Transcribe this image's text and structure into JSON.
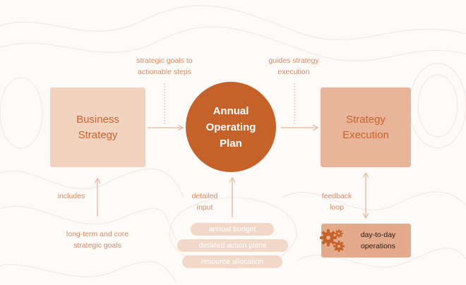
{
  "nodes": {
    "business_strategy": [
      "Business",
      "Strategy"
    ],
    "annual_operating_plan": [
      "Annual",
      "Operating",
      "Plan"
    ],
    "strategy_execution": [
      "Strategy",
      "Execution"
    ]
  },
  "labels": {
    "strategic_goals": [
      "strategic goals to",
      "actionable steps"
    ],
    "guides_strategy": [
      "guides strategy",
      "execution"
    ],
    "includes": "includes",
    "long_term": [
      "long-term and core",
      "strategic goals"
    ],
    "detailed_input": [
      "detailed",
      "input"
    ],
    "feedback_loop": [
      "feedback",
      "loop"
    ]
  },
  "inputs": [
    "annual budget",
    "detailed action plans",
    "resource allocation"
  ],
  "operations": [
    "day-to-day",
    "operations"
  ],
  "icons": {
    "gears": "gears-icon"
  },
  "colors": {
    "primary": "#c4622a",
    "box_light": "#f2d3c0",
    "box_medium": "#e8b59a",
    "arrow": "#e8b59a",
    "text_accent": "#d58a62"
  }
}
